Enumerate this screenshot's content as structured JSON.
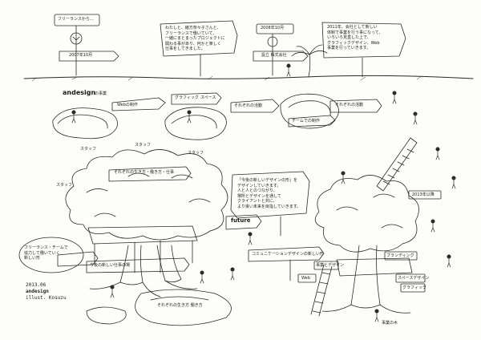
{
  "signs": {
    "start_free": "フリーランスから…",
    "start_date": "2007年10月",
    "top_story": "わたしと、緒方奈々子さんと、\nフリーランスで働いていて、\n一緒にまとまったプロジェクトに\n関わる事があり、何かと楽しく\n仕事をしてきました。",
    "company_founded": "2008年10月",
    "company_label": "設立 株式会社",
    "top_right_story": "2011年、会社として新しい\n体制で事業を行う事になって、\nいろいろ見直した上で、\nグラフィックデザイン、Web\n事業を行っていきます。",
    "ande_brand": "andesign",
    "ande_role": "の事業",
    "web_work": "Webの制作",
    "graphic": "グラフィック",
    "space": "スペース",
    "mid_activity": "それぞれの活動",
    "lower_activity": "チームでの制作",
    "right_activity": "それぞれの活動",
    "staff_1": "スタッフ",
    "staff_2": "スタッフ",
    "staff_3": "スタッフ",
    "staff_4": "スタッフ",
    "tree_top": "それぞれの生き方・働き方・仕事",
    "tree_bottom": "今後の新しい仕事の場",
    "future_text": "「今後の新しいデザインの形」を\nデザインしていきます。\n人と人とのつながり、\n場所とデザインを通して\nクライアントと共に、\nより良い未来を目指していきます。",
    "future_label": "future",
    "left_bubble": "フリーランス・チームで\n協力して働いていく\n新しい形",
    "mid_note": "コミュニケーションデザインの新しい形",
    "road_bottom": "それぞれの生き方 働き方",
    "right_year": "2013年以降",
    "right_sign_1": "事業とデザイン",
    "right_sign_2": "ブランディング",
    "right_sign_3": "スペースデザイン",
    "right_sign_4": "グラフィック",
    "right_sign_5": "Web",
    "right_bottom": "事業の木",
    "credit_date": "2013.06",
    "credit_brand": "andesign",
    "credit_author": "illust. Kosuzu"
  }
}
